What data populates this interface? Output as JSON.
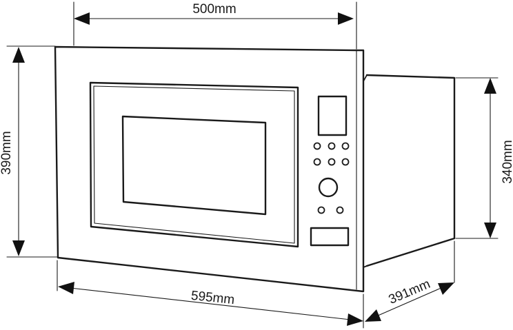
{
  "dimensions": {
    "top_width": "500mm",
    "front_width": "595mm",
    "front_height": "390mm",
    "depth": "391mm",
    "rear_height": "340mm"
  },
  "colors": {
    "line": "#1a1a1a",
    "arrow": "#111111",
    "background": "#ffffff"
  }
}
